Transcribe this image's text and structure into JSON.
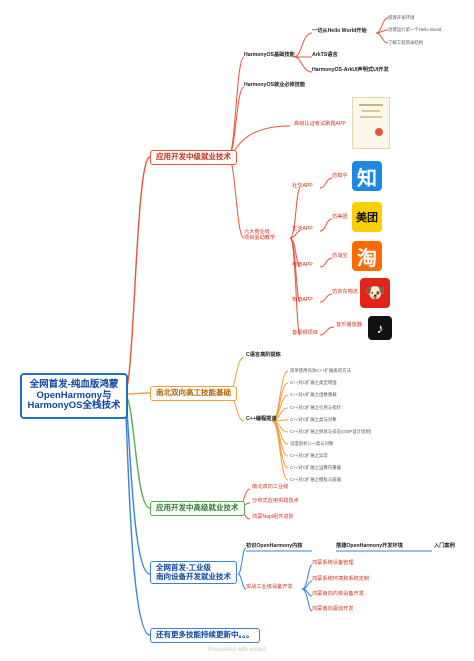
{
  "root": {
    "line1": "全网首发-纯血版鸿蒙",
    "line2": "OpenHarmony与",
    "line3": "HarmonyOS全栈技术"
  },
  "b1": {
    "title": "应用开发中级就业技术",
    "basic": {
      "label": "HarmonyOS基础技能",
      "hello": "一切从Hello World开始",
      "hello_items": [
        "搭建开发环境",
        "创建运行第一个Hello World",
        "了解工程目录结构"
      ],
      "arkts": "ArkTS语言",
      "arkui": "HarmonyOS-ArkUI声明式UI开发"
    },
    "must": "HarmonyOS就业必修技能",
    "cert": "高级认证考试刷题APP",
    "project": {
      "line1": "六大商业级",
      "line2": "项目驱动教学"
    },
    "apps": [
      {
        "category": "社交APP",
        "name": "仿知乎",
        "glyph": "知"
      },
      {
        "category": "生活APP",
        "name": "仿美团",
        "glyph": "美团"
      },
      {
        "category": "电商APP",
        "name": "仿淘宝",
        "glyph": "淘"
      },
      {
        "category": "物流APP",
        "name": "仿京东物流",
        "glyph": "🐶"
      },
      {
        "category": "音视频项目",
        "name": "音乐播放器",
        "glyph": "♪"
      }
    ]
  },
  "b2": {
    "title": "南北双向高工技能基础",
    "c_lang": "C语言高阶提炼",
    "cpp": "C++编程提速",
    "cpp_items": [
      "简单使用有效C++扩展类的方法",
      "C++对C扩展之类型增强",
      "C++对C扩展之函数重载",
      "C++对C扩展之引用与指针",
      "C++对C扩展之类与对象",
      "C++对C扩展之继承与多态(OOP设计思想)",
      "深度剖析C++类与对象",
      "C++对C扩展之异常",
      "C++对C扩展之运算符重载",
      "C++对C扩展之模板与容器"
    ]
  },
  "b3": {
    "title": "应用开发中高级就业技术",
    "items": [
      "南北双向工业级",
      "分布式应用实践技术",
      "鸿蒙Napi组件进阶"
    ]
  },
  "b4": {
    "title_line1": "全网首发-工业级",
    "title_line2": "南向设备开发就业技术",
    "kernel": "初识OpenHarmony内核",
    "env": "搭建OpenHarmony开发环境",
    "entry": "入门案例",
    "industrial": "实战工业级设备开发",
    "industrial_items": [
      "鸿蒙系统设备管理",
      "鸿蒙系统环境和系统定制",
      "鸿蒙南向内核设备开发",
      "鸿蒙南向驱动开发"
    ]
  },
  "b5": {
    "title": "还有更多技能持续更新中。。。"
  },
  "footer": "Presented with xmind",
  "colors": {
    "red": "#e8533c",
    "orange": "#f0a03a",
    "green": "#56b04a",
    "blue": "#3a82d6"
  }
}
